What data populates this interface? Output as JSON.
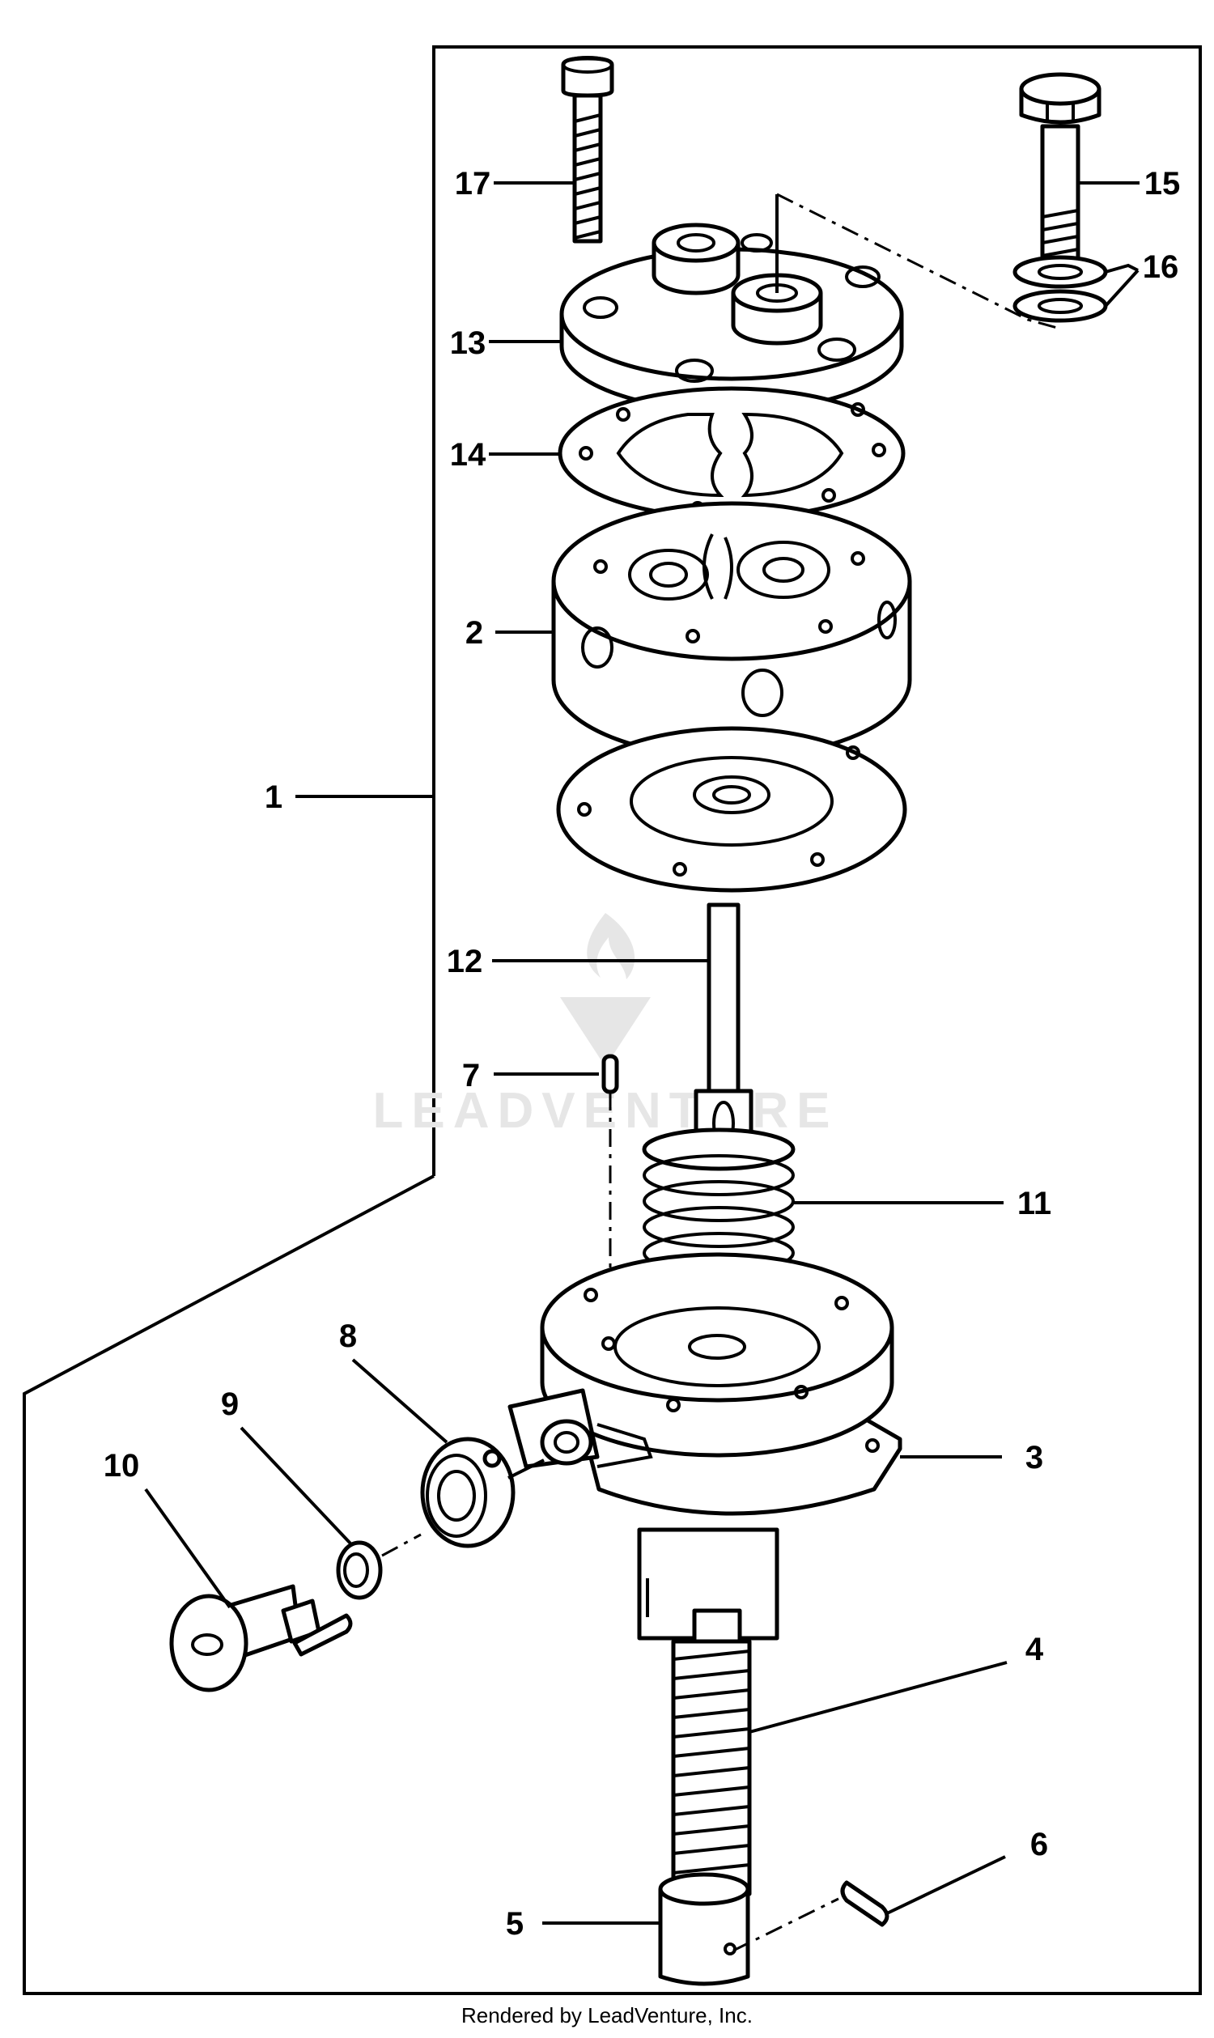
{
  "watermark": {
    "text": "LEADVENTURE",
    "icon": "flame-v-logo-icon"
  },
  "footer": {
    "text": "Rendered by LeadVenture, Inc."
  },
  "callouts": [
    {
      "id": "1",
      "text": "1"
    },
    {
      "id": "2",
      "text": "2"
    },
    {
      "id": "3",
      "text": "3"
    },
    {
      "id": "4",
      "text": "4"
    },
    {
      "id": "5",
      "text": "5"
    },
    {
      "id": "6",
      "text": "6"
    },
    {
      "id": "7",
      "text": "7"
    },
    {
      "id": "8",
      "text": "8"
    },
    {
      "id": "9",
      "text": "9"
    },
    {
      "id": "10",
      "text": "10"
    },
    {
      "id": "11",
      "text": "11"
    },
    {
      "id": "12",
      "text": "12"
    },
    {
      "id": "13",
      "text": "13"
    },
    {
      "id": "14",
      "text": "14"
    },
    {
      "id": "15",
      "text": "15"
    },
    {
      "id": "16",
      "text": "16"
    },
    {
      "id": "17",
      "text": "17"
    }
  ]
}
